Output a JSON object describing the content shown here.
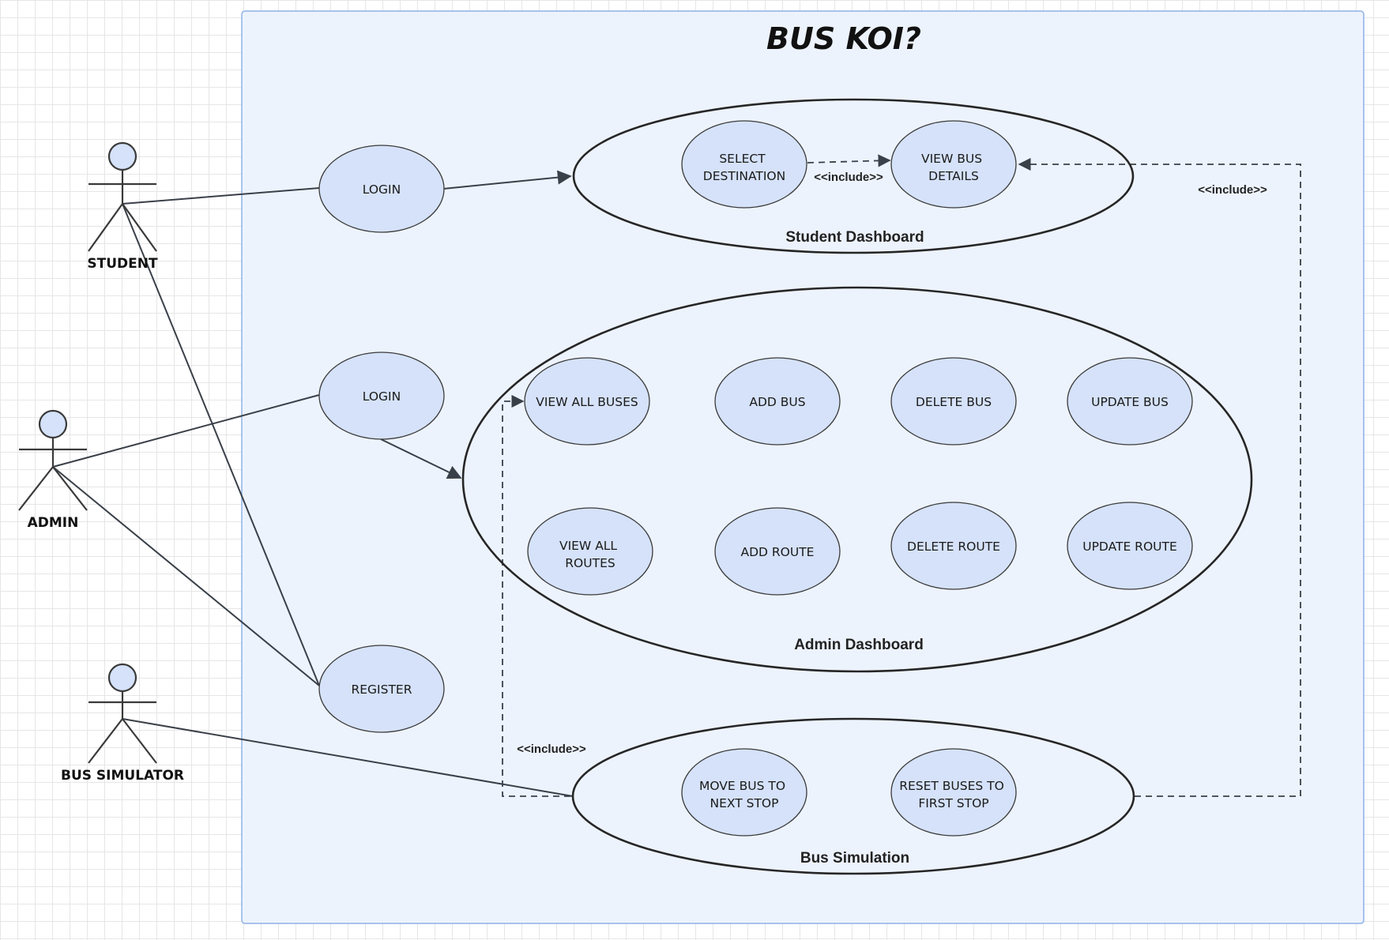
{
  "title": "BUS KOI?",
  "actors": {
    "student": "STUDENT",
    "admin": "ADMIN",
    "bus_simulator": "BUS SIMULATOR"
  },
  "groups": {
    "student_dashboard": "Student Dashboard",
    "admin_dashboard": "Admin Dashboard",
    "bus_simulation": "Bus Simulation"
  },
  "use_cases": {
    "student_login": "LOGIN",
    "admin_login": "LOGIN",
    "register": "REGISTER",
    "select_destination": [
      "SELECT",
      "DESTINATION"
    ],
    "view_bus_details": [
      "VIEW BUS",
      "DETAILS"
    ],
    "view_all_buses": "VIEW ALL BUSES",
    "add_bus": "ADD BUS",
    "delete_bus": "DELETE BUS",
    "update_bus": "UPDATE BUS",
    "view_all_routes": [
      "VIEW ALL",
      "ROUTES"
    ],
    "add_route": "ADD ROUTE",
    "delete_route": "DELETE ROUTE",
    "update_route": "UPDATE ROUTE",
    "move_bus": [
      "MOVE BUS TO",
      "NEXT STOP"
    ],
    "reset_buses": [
      "RESET BUSES TO",
      "FIRST STOP"
    ]
  },
  "relations": {
    "include_1": "<<include>>",
    "include_2": "<<include>>",
    "include_3": "<<include>>"
  },
  "colors": {
    "boundary_fill": "#edf3fd",
    "boundary_stroke": "#8fb1e6",
    "use_case_fill": "#d5e2f9",
    "actor_head_fill": "#d5e2f9"
  }
}
